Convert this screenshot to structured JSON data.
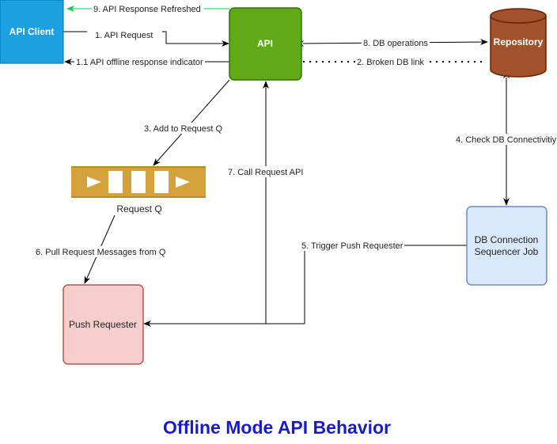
{
  "colors": {
    "api_client_fill": "#1ba1e2",
    "api_fill": "#60a917",
    "api_stroke": "#2d7600",
    "repo_fill": "#a0522d",
    "repo_stroke": "#6d1f00",
    "queue_fill": "#d5a13b",
    "queue_stroke": "#b8872e",
    "push_fill": "#f8cecc",
    "push_stroke": "#b85450",
    "job_fill": "#dae8fc",
    "job_stroke": "#6c8ebf",
    "green_arrow": "#00cc44",
    "title": "#1a1acc"
  },
  "nodes": {
    "api_client": "API Client",
    "api": "API",
    "repository": "Repository",
    "request_q": "Request Q",
    "push_requester": "Push Requester",
    "db_job_line1": "DB Connection",
    "db_job_line2": "Sequencer Job"
  },
  "edges": {
    "e9": "9. API Response Refreshed",
    "e1": "1. API Request",
    "e1_1": "1.1 API offline response indicator",
    "e8": "8. DB operations",
    "e2": "2. Broken DB link",
    "e3": "3. Add to Request Q",
    "e4": "4. Check DB Connectivitiy",
    "e7": "7. Call Request API",
    "e5": "5. Trigger Push Requester",
    "e6": "6. Pull Request Messages from Q"
  },
  "title": "Offline Mode API Behavior"
}
